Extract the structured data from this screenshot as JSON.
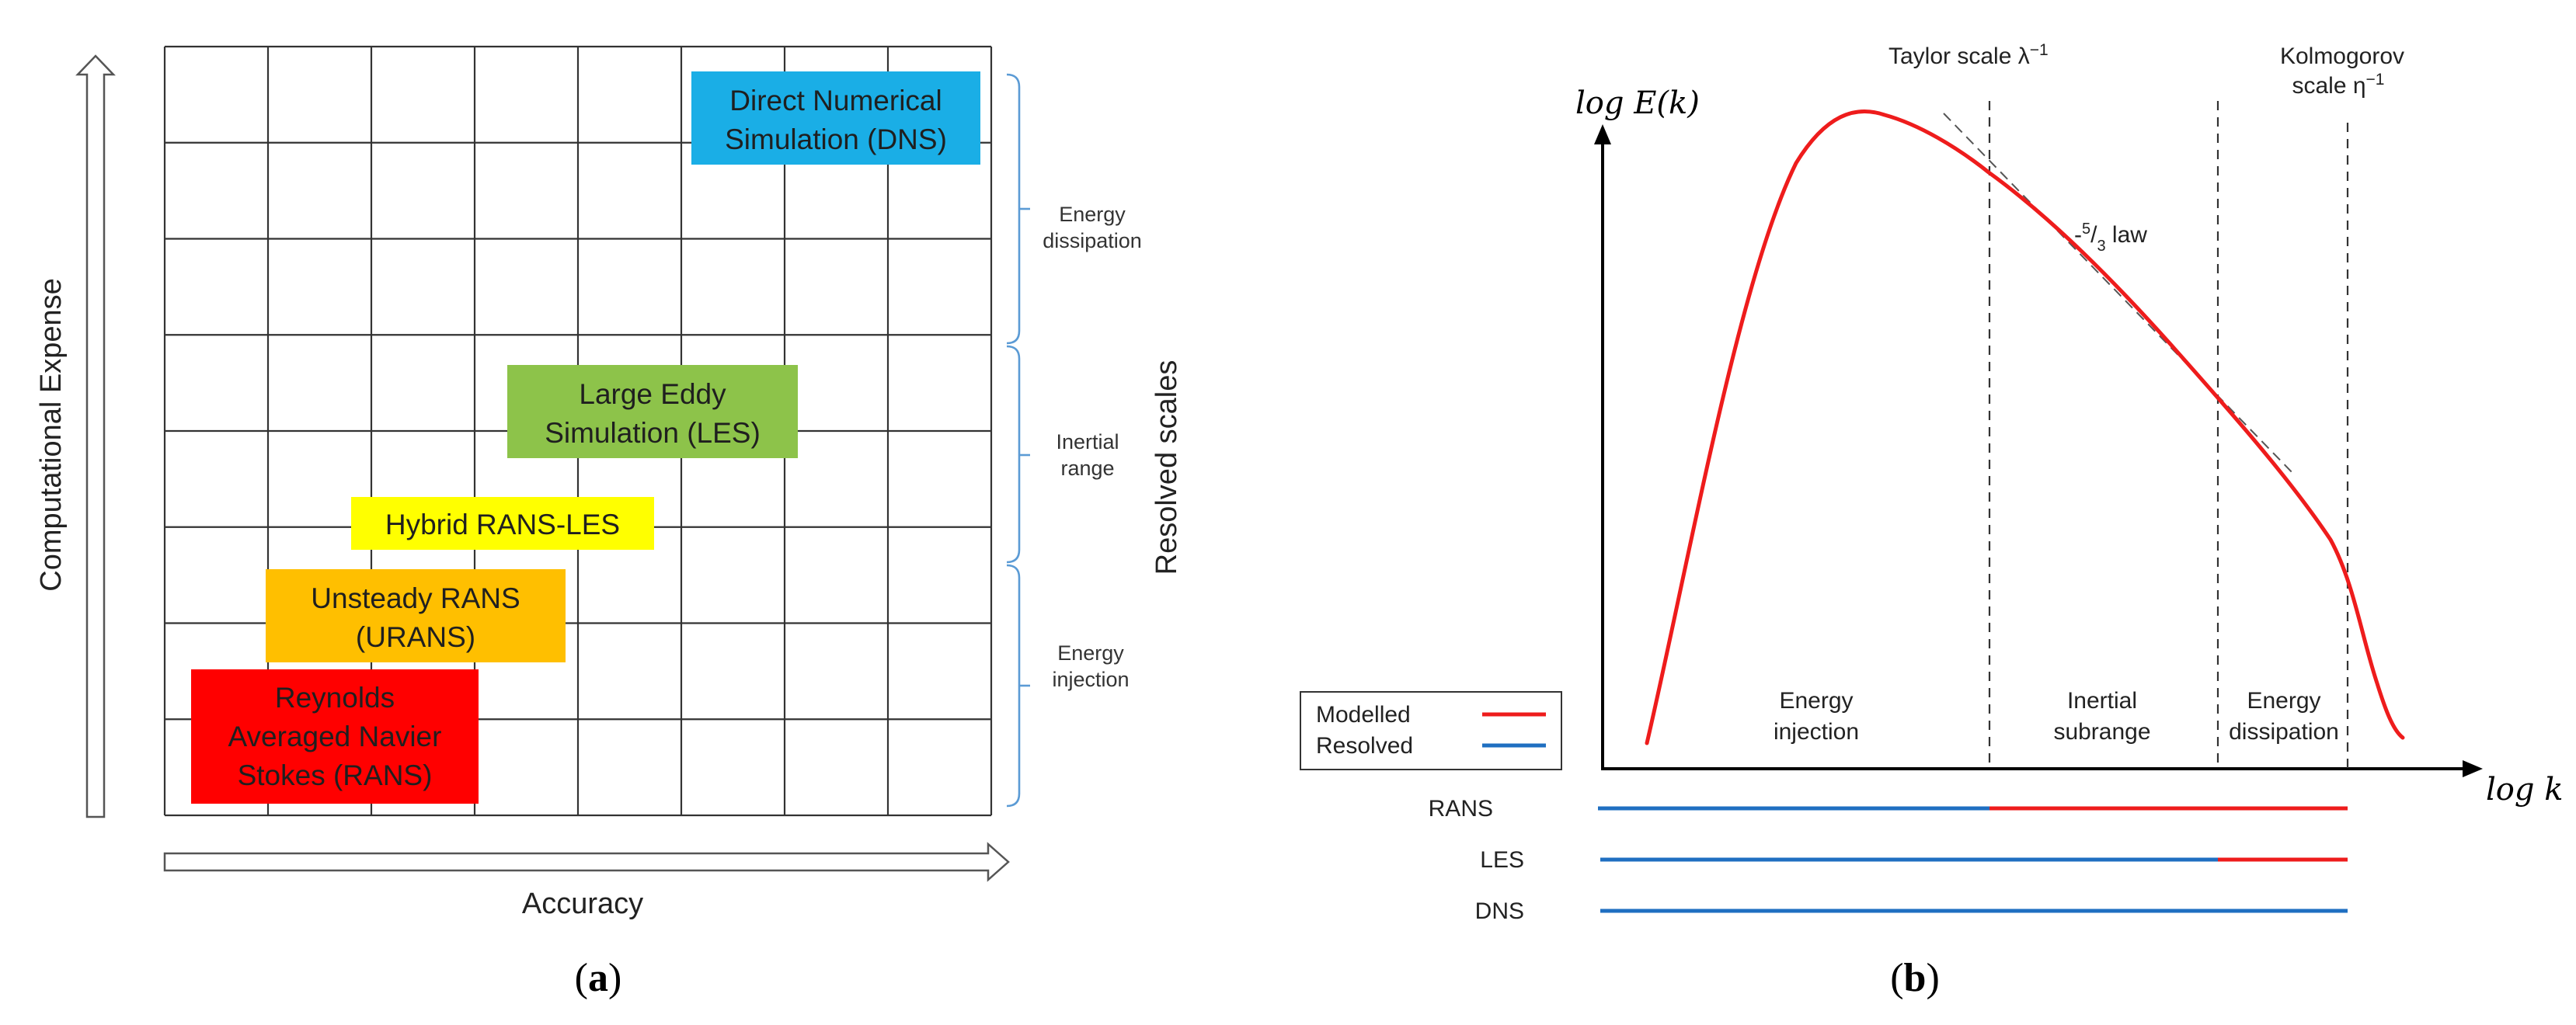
{
  "panel_a": {
    "y_axis_label": "Computational Expense",
    "x_axis_label": "Accuracy",
    "right_axis_label": "Resolved scales",
    "scale_bands": [
      {
        "line1": "Energy",
        "line2": "dissipation"
      },
      {
        "line1": "Inertial",
        "line2": "range"
      },
      {
        "line1": "Energy",
        "line2": "injection"
      }
    ],
    "methods": [
      {
        "id": "dns",
        "lines": [
          "Direct Numerical",
          "Simulation (DNS)"
        ],
        "color": "#1aaee6"
      },
      {
        "id": "les",
        "lines": [
          "Large Eddy",
          "Simulation (LES)"
        ],
        "color": "#8dc34a"
      },
      {
        "id": "hybrid",
        "lines": [
          "Hybrid RANS-LES"
        ],
        "color": "#ffff00"
      },
      {
        "id": "urans",
        "lines": [
          "Unsteady RANS",
          "(URANS)"
        ],
        "color": "#ffbf00"
      },
      {
        "id": "rans",
        "lines": [
          "Reynolds",
          "Averaged Navier",
          "Stokes (RANS)"
        ],
        "color": "#ff0000"
      }
    ],
    "caption_letter": "a"
  },
  "panel_b": {
    "y_axis_label": "log E(k)",
    "x_axis_label": "log k",
    "taylor_label": "Taylor scale λ",
    "taylor_exp": "−1",
    "kolmogorov_label_line1": "Kolmogorov",
    "kolmogorov_label_line2": "scale η",
    "kolmogorov_exp": "−1",
    "law_prefix": "-",
    "law_num": "5",
    "law_den": "3",
    "law_suffix": " law",
    "ranges": [
      {
        "line1": "Energy",
        "line2": "injection"
      },
      {
        "line1": "Inertial",
        "line2": "subrange"
      },
      {
        "line1": "Energy",
        "line2": "dissipation"
      }
    ],
    "legend": [
      {
        "label": "Modelled",
        "color": "#ee1c1c"
      },
      {
        "label": "Resolved",
        "color": "#1f6fc1"
      }
    ],
    "bars": [
      {
        "label": "RANS",
        "resolved_until": "Taylor scale"
      },
      {
        "label": "LES",
        "resolved_until": "dissipation onset"
      },
      {
        "label": "DNS",
        "resolved_until": "Kolmogorov scale"
      }
    ],
    "caption_letter": "b"
  },
  "colors": {
    "modelled": "#ee1c1c",
    "resolved": "#1f6fc1",
    "bracket": "#5b9bd5"
  }
}
